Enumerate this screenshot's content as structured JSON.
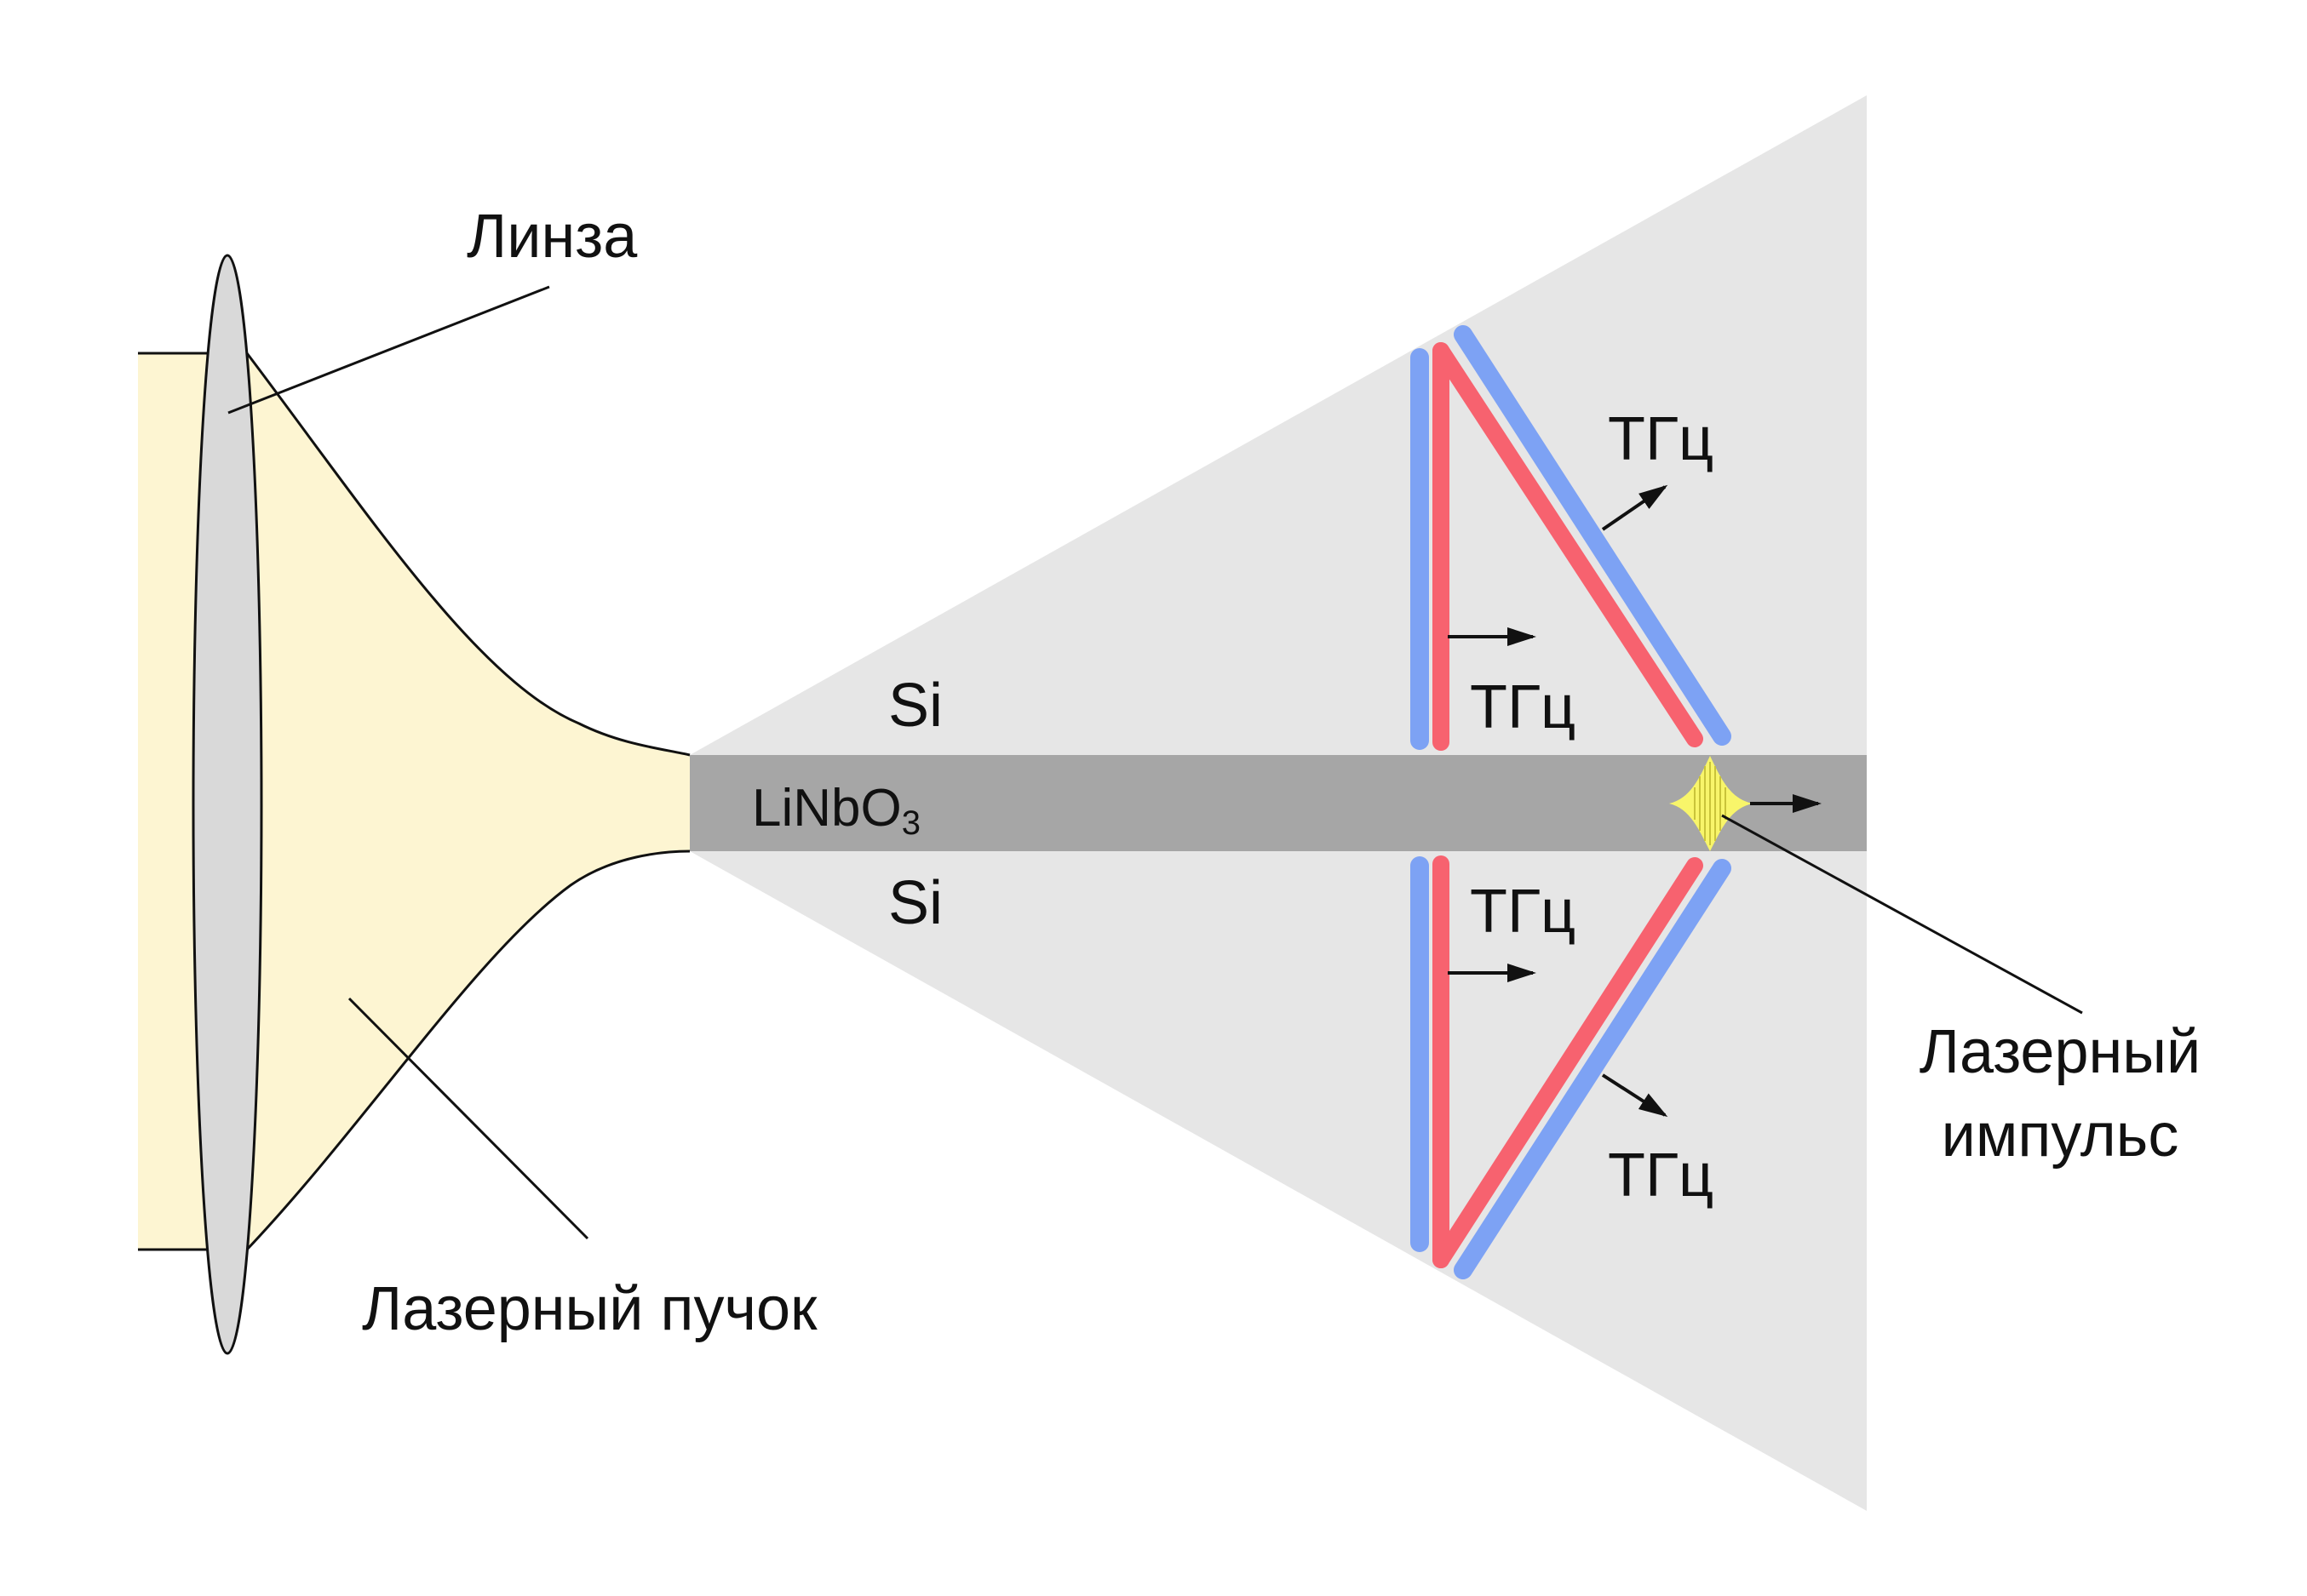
{
  "labels": {
    "lens": "Линза",
    "laser_beam": "Лазерный пучок",
    "laser_pulse_line1": "Лазерный",
    "laser_pulse_line2": "импульс",
    "si_top": "Si",
    "si_bottom": "Si",
    "crystal_base": "LiNbO",
    "crystal_sub": "3",
    "thz_top_oblique": "ТГц",
    "thz_top_vertical": "ТГц",
    "thz_bottom_vertical": "ТГц",
    "thz_bottom_oblique": "ТГц"
  },
  "colors": {
    "beam": "#fdf5d2",
    "lens": "#d9d9d9",
    "silicon": "#e6e6e6",
    "crystal": "#a6a6a6",
    "front_blue": "#7da2f4",
    "front_red": "#f7626f",
    "pulse": "#f8f56a",
    "line": "#111111"
  }
}
